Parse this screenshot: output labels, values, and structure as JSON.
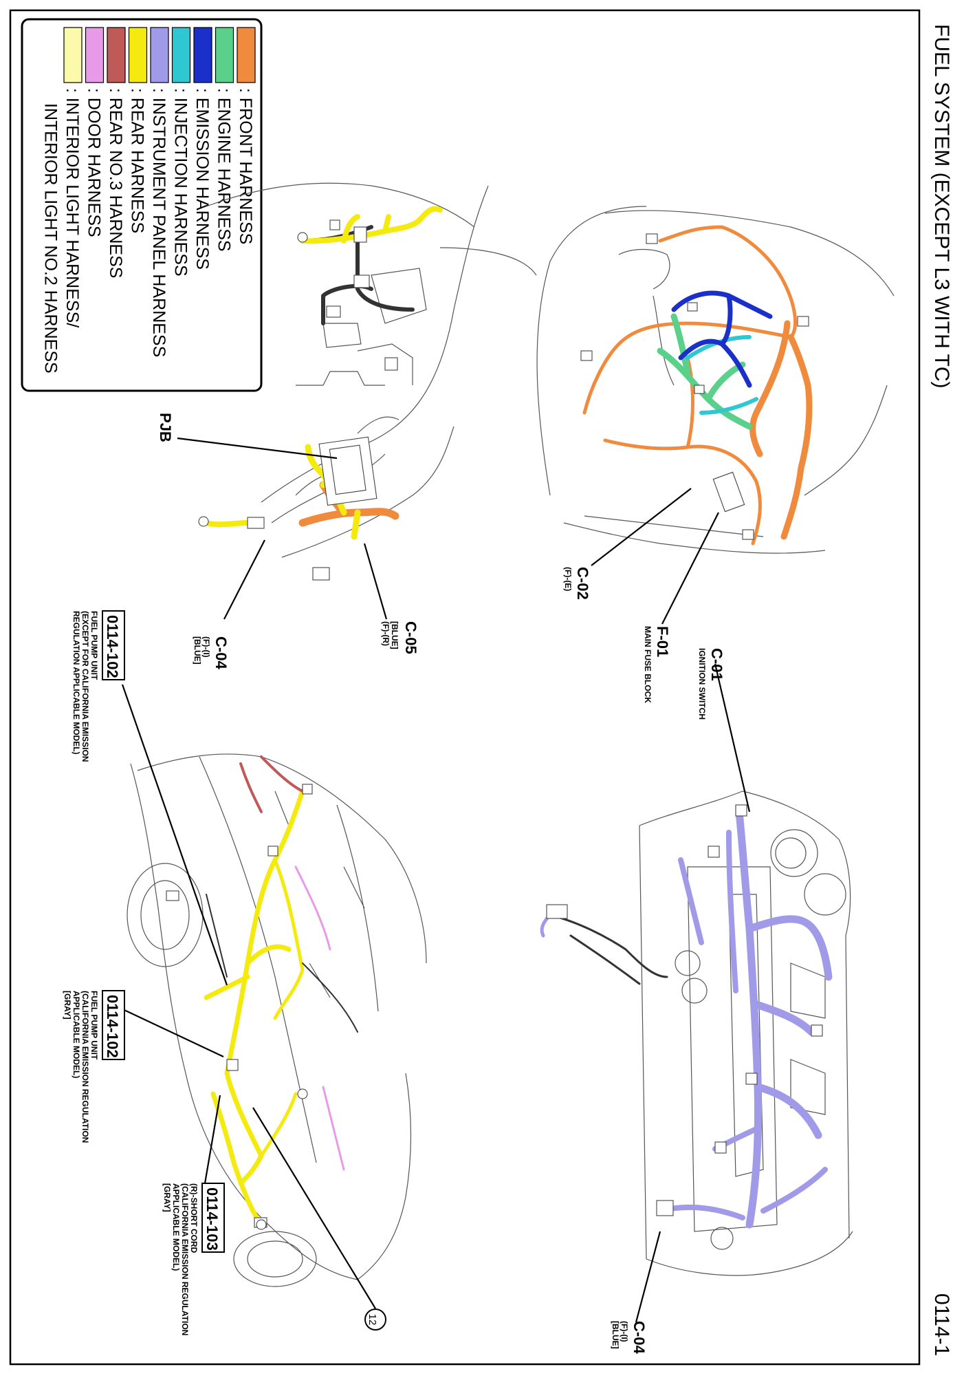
{
  "page": {
    "title": "FUEL SYSTEM (EXCEPT L3 WITH TC)",
    "page_number": "0114-1"
  },
  "legend": [
    {
      "label": ": FRONT HARNESS",
      "color": "#f08a3c"
    },
    {
      "label": ": ENGINE HARNESS",
      "color": "#5ad08a"
    },
    {
      "label": ": EMISSION HARNESS",
      "color": "#1b2fc9"
    },
    {
      "label": ": INJECTION HARNESS",
      "color": "#2fc8d2"
    },
    {
      "label": ": INSTRUMENT PANEL HARNESS",
      "color": "#a09ae8"
    },
    {
      "label": ": REAR HARNESS",
      "color": "#f5ea10"
    },
    {
      "label": ": REAR NO.3 HARNESS",
      "color": "#c05a58"
    },
    {
      "label": ": DOOR HARNESS",
      "color": "#e89ae8"
    },
    {
      "label": ": INTERIOR LIGHT HARNESS/",
      "color": "#fafaaa"
    },
    {
      "label": "INTERIOR LIGHT NO.2 HARNESS",
      "color": ""
    }
  ],
  "callouts": {
    "pjb": "PJB",
    "c05": {
      "code": "C-05",
      "lines": [
        "[BLUE]",
        "(F)-(R)"
      ]
    },
    "c04_left": {
      "code": "C-04",
      "lines": [
        "(F)-(I)",
        "[BLUE]"
      ]
    },
    "c02": {
      "code": "C-02",
      "lines": [
        "(F)-(E)"
      ]
    },
    "f01": {
      "code": "F-01",
      "lines": [
        "MAIN FUSE BLOCK"
      ]
    },
    "c01": {
      "code": "C-01",
      "lines": [
        "IGNITION SWITCH"
      ]
    },
    "c04_right": {
      "code": "C-04",
      "lines": [
        "(F)-(I)",
        "[BLUE]"
      ]
    },
    "ref_102_top": {
      "code": "0114-102",
      "lines": [
        "FUEL PUMP UNIT",
        "(EXCEPT FOR CALIFORNIA EMISSION",
        "REGULATION APPLICABLE MODEL)"
      ]
    },
    "ref_102_bottom": {
      "code": "0114-102",
      "lines": [
        "FUEL PUMP UNIT",
        "(CALIFORNIA EMISSION REGULATION",
        "APPLICABLE MODEL)",
        "[GRAY]"
      ]
    },
    "ref_103": {
      "code": "0114-103",
      "lines": [
        "(R)-SHORT CORD",
        "(CALIFORNIA EMISSION REGULATION",
        "APPLICABLE MODEL)",
        "[GRAY]"
      ]
    },
    "ground_12": "12"
  }
}
